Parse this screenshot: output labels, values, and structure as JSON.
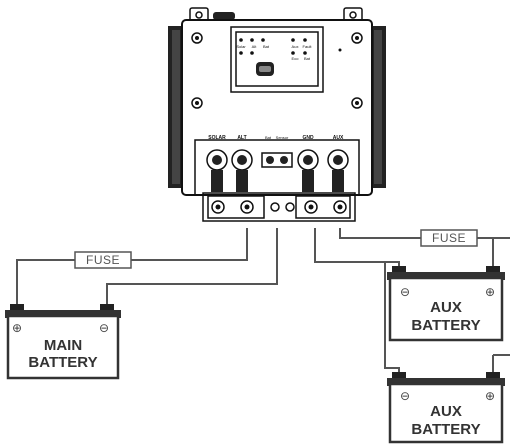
{
  "controller": {
    "terminal_labels": [
      "SOLAR",
      "ALT",
      "GND",
      "AUX"
    ],
    "sensor_labels": [
      "Bat",
      "Sensor"
    ],
    "led_labels": [
      "Solar",
      "Alt",
      "Bat",
      "Aux",
      "Fault",
      "Eco",
      "Bat"
    ]
  },
  "fuses": {
    "main_fuse_label": "FUSE",
    "aux_fuse_label": "FUSE"
  },
  "batteries": {
    "main": {
      "line1": "MAIN",
      "line2": "BATTERY"
    },
    "aux_top": {
      "line1": "AUX",
      "line2": "BATTERY"
    },
    "aux_bottom": {
      "line1": "AUX",
      "line2": "BATTERY"
    }
  },
  "symbols": {
    "plus": "⊕",
    "minus": "⊖"
  }
}
